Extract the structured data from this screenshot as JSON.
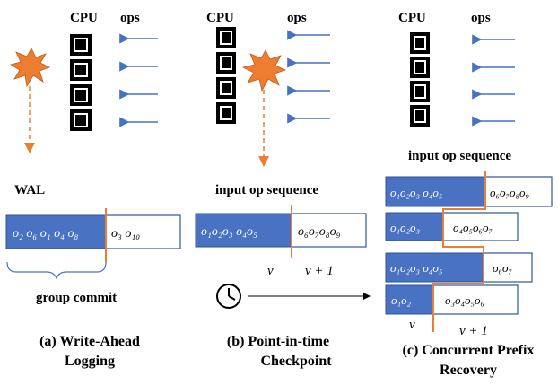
{
  "colors": {
    "blue": "#4472c4",
    "blue_fill": "#4a72c2",
    "orange": "#ed7d31",
    "black": "#000000",
    "white": "#ffffff"
  },
  "panel_a": {
    "cpu_label": "CPU",
    "ops_label": "ops",
    "wal_label": "WAL",
    "log_committed": "o₂ o₆ o₁ o₄ o₈",
    "log_pending": "o₃ o₁₀",
    "group_commit_label": "group commit",
    "caption_line1": "(a) Write-Ahead",
    "caption_line2": "Logging"
  },
  "panel_b": {
    "cpu_label": "CPU",
    "ops_label": "ops",
    "sequence_label": "input op sequence",
    "seq_committed": "o₁o₂o₃ o₄o₅",
    "seq_pending": "o₆o₇o₈o₉",
    "v_label": "v",
    "v_plus_label": "v + 1",
    "caption_line1": "(b) Point-in-time",
    "caption_line2": "Checkpoint"
  },
  "panel_c": {
    "cpu_label": "CPU",
    "ops_label": "ops",
    "sequence_label": "input op sequence",
    "rows": [
      {
        "committed": "o₁o₂o₃ o₄o₅",
        "pending": "o₆o₇o₈o₉"
      },
      {
        "committed": "o₁o₂o₃",
        "pending": "o₄o₅o₆o₇"
      },
      {
        "committed": "o₁o₂o₃ o₄o₅",
        "pending": "o₆o₇"
      },
      {
        "committed": "o₁o₂",
        "pending": "o₃o₄o₅o₆"
      }
    ],
    "v_label": "v",
    "v_plus_label": "v + 1",
    "caption_line1": "(c) Concurrent Prefix",
    "caption_line2": "Recovery"
  },
  "icons": [
    "cpu-chip-icon",
    "crash-burst-icon",
    "clock-icon",
    "arrow-icon"
  ]
}
